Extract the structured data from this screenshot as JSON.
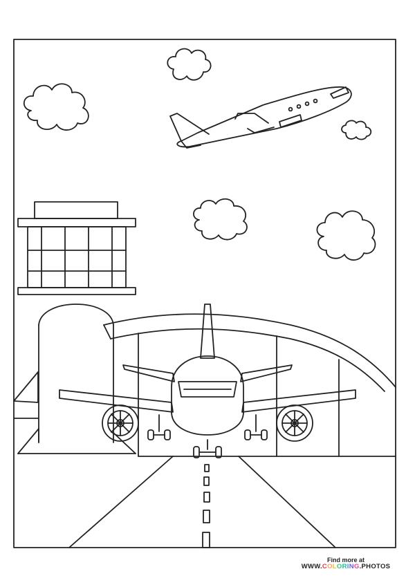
{
  "footer": {
    "line1": "Find more at",
    "brand_prefix": "WWW.",
    "brand_colored": "COLORING",
    "brand_suffix": ".PHOTOS",
    "brand_letter_colors": [
      "#e63946",
      "#f4a261",
      "#f1c40f",
      "#2ecc71",
      "#1abc9c",
      "#3498db",
      "#6c5ce7",
      "#e84393"
    ]
  },
  "colors": {
    "ink": "#222222",
    "paper": "#ffffff"
  }
}
